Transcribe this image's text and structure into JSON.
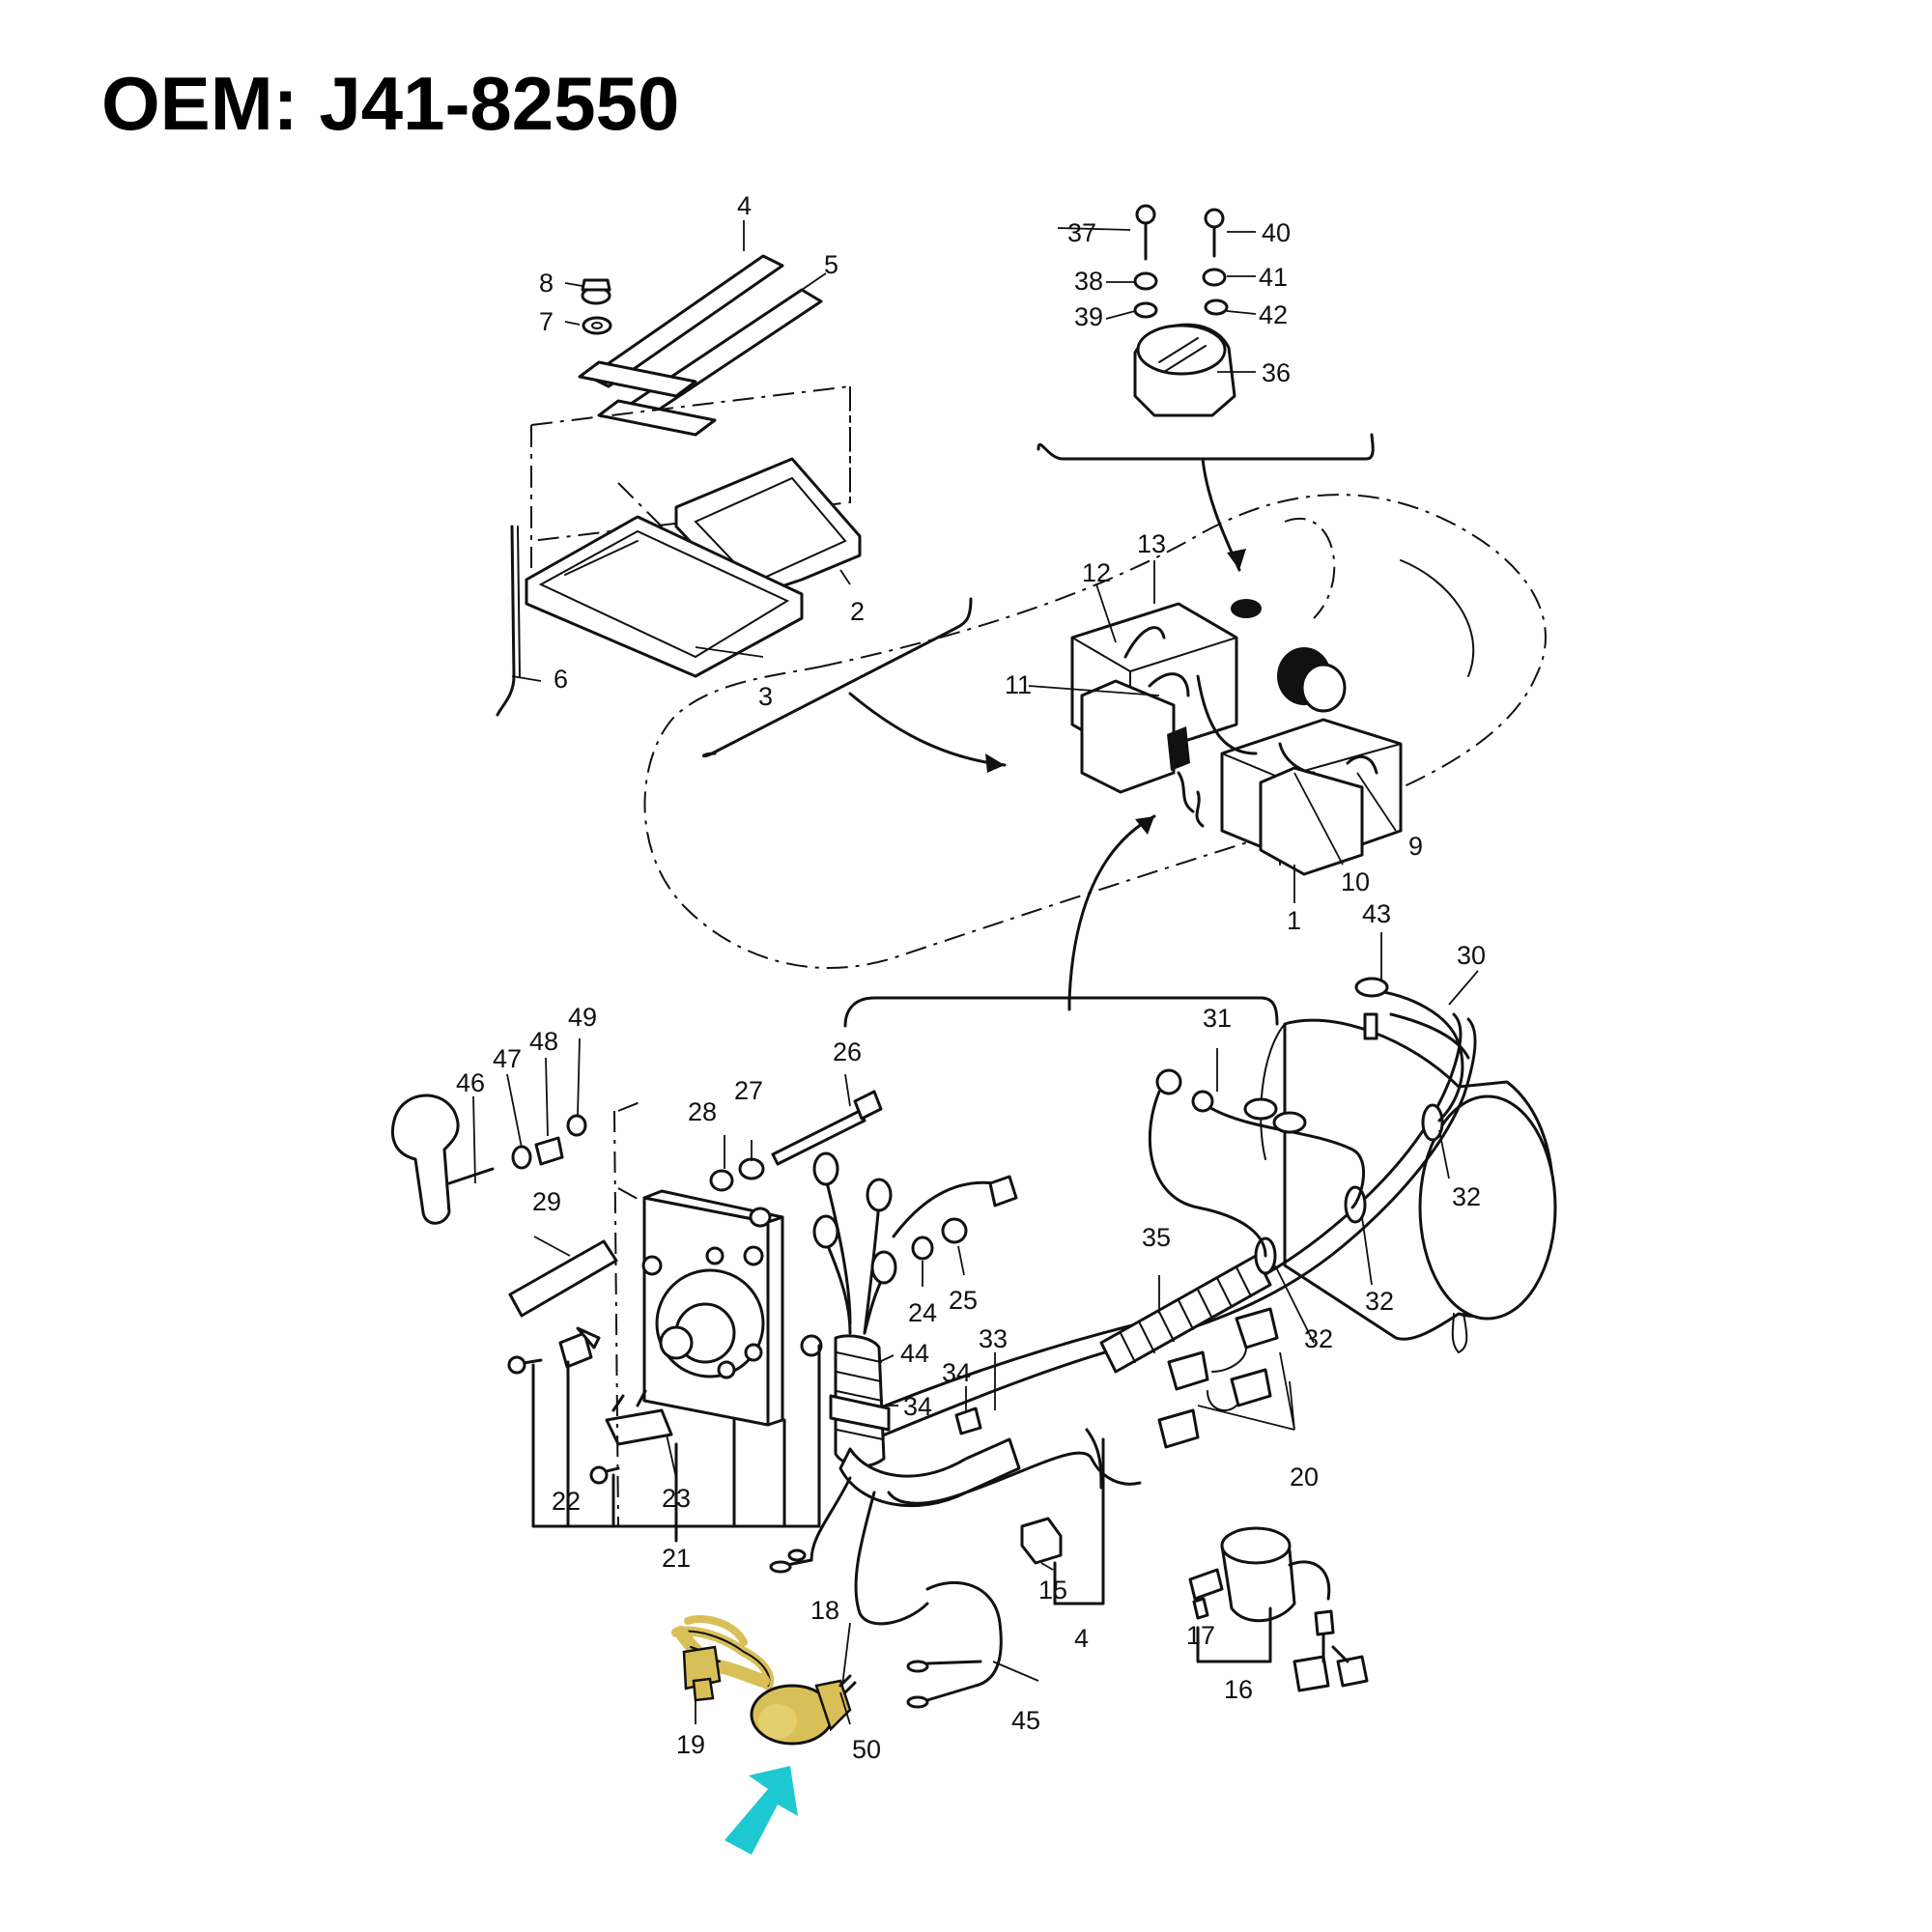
{
  "title": "OEM: J41-82550",
  "colors": {
    "highlight_part": "#d9bf57",
    "pointer_arrow": "#1ec8d2",
    "line_art": "#111111",
    "background": "#ffffff"
  },
  "callouts": {
    "c1": "1",
    "c2": "2",
    "c3": "3",
    "c4": "4",
    "c4b": "4",
    "c5": "5",
    "c6": "6",
    "c7": "7",
    "c8": "8",
    "c9": "9",
    "c10": "10",
    "c11": "11",
    "c12": "12",
    "c13": "13",
    "c15": "15",
    "c16": "16",
    "c17": "17",
    "c18": "18",
    "c19": "19",
    "c20": "20",
    "c21": "21",
    "c22": "22",
    "c23": "23",
    "c24": "24",
    "c25": "25",
    "c26": "26",
    "c27": "27",
    "c28": "28",
    "c29": "29",
    "c30": "30",
    "c31": "31",
    "c32a": "32",
    "c32b": "32",
    "c32c": "32",
    "c33": "33",
    "c34a": "34",
    "c34b": "34",
    "c35": "35",
    "c36": "36",
    "c37": "37",
    "c38": "38",
    "c39": "39",
    "c40": "40",
    "c41": "41",
    "c42": "42",
    "c43": "43",
    "c44": "44",
    "c45": "45",
    "c46": "46",
    "c47": "47",
    "c48": "48",
    "c49": "49",
    "c50": "50"
  },
  "highlighted_part": "18"
}
